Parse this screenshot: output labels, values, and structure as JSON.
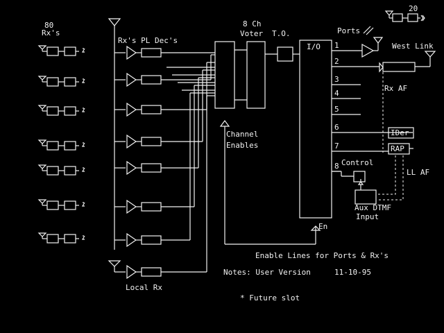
{
  "labels": {
    "remote_count": "80",
    "remote_rxs": "Rx's",
    "rx_pl_decs": "Rx's PL Dec's",
    "voter_line1": "8 Ch",
    "voter_line2": "Voter",
    "timeout": "T.O.",
    "io": "I/O",
    "ports": "Ports",
    "link_count": "20",
    "west_link": "West Link",
    "rx_af": "Rx AF",
    "ider": "IDer",
    "rap": "RAP",
    "ll_af": "LL AF",
    "control": "Control",
    "aux_dtmf_line1": "Aux DTMF",
    "aux_dtmf_line2": "Input",
    "enable": "En",
    "channel_enables_line1": "Channel",
    "channel_enables_line2": "Enables",
    "enable_lines": "Enable Lines for Ports & Rx's",
    "notes": "Notes: User Version",
    "date": "11-10-95",
    "future_slot": "* Future slot",
    "local_rx": "Local Rx"
  },
  "ports": [
    "1",
    "2",
    "3",
    "4",
    "5",
    "6",
    "7",
    "8"
  ]
}
